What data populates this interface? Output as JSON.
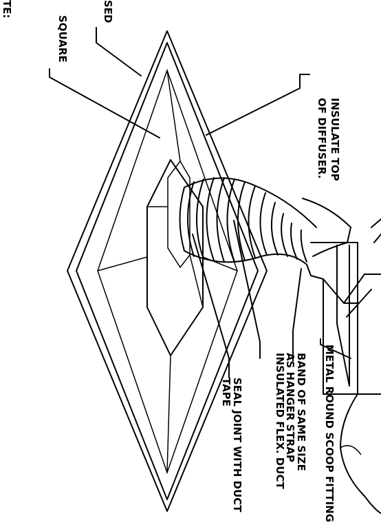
{
  "labels": {
    "note": "TE:",
    "sed": "SED",
    "square": "SQUARE",
    "insulate_line1": "INSULATE TOP",
    "insulate_line2": "OF DIFFUSER.",
    "scoop": "METAL ROUND SCOOP FITTING",
    "band_line1": "BAND OF SAME SIZE",
    "band_line2": "AS HANGER STRAP",
    "band_line3": "INSULATED FLEX. DUCT",
    "seal_line1": "SEAL JOINT WITH DUCT",
    "seal_line2": "TAPE"
  }
}
